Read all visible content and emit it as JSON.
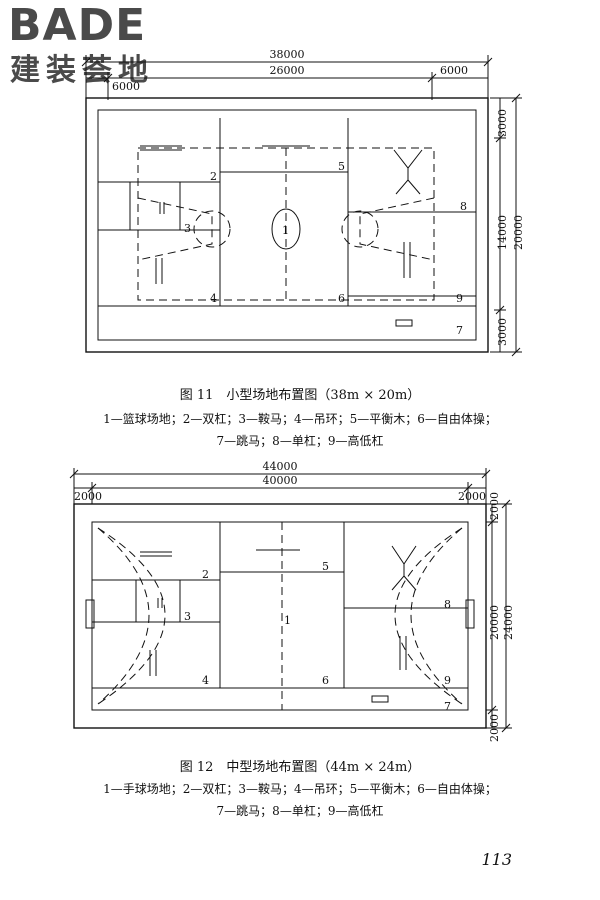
{
  "logo": {
    "word": "BADE",
    "sub": "建装荟地"
  },
  "fig11": {
    "dims": {
      "total": "38000",
      "main": "26000",
      "left": "6000",
      "right": "6000",
      "top": "3000",
      "mid": "14000",
      "full": "20000",
      "bottom": "3000"
    },
    "labels": [
      "1",
      "2",
      "3",
      "4",
      "5",
      "6",
      "7",
      "8",
      "9"
    ],
    "caption": "图 11　小型场地布置图（38m × 20m）",
    "legend1": "1—篮球场地；2—双杠；3—鞍马；4—吊环；5—平衡木；6—自由体操；",
    "legend2": "7—跳马；8—单杠；9—高低杠"
  },
  "fig12": {
    "dims": {
      "total": "44000",
      "main": "40000",
      "left": "2000",
      "right": "2000",
      "top": "2000",
      "mid": "20000",
      "full": "24000",
      "bottom": "2000"
    },
    "labels": [
      "1",
      "2",
      "3",
      "4",
      "5",
      "6",
      "7",
      "8",
      "9"
    ],
    "caption": "图 12　中型场地布置图（44m × 24m）",
    "legend1": "1—手球场地；2—双杠；3—鞍马；4—吊环；5—平衡木；6—自由体操；",
    "legend2": "7—跳马；8—单杠；9—高低杠"
  },
  "page_number": "113"
}
